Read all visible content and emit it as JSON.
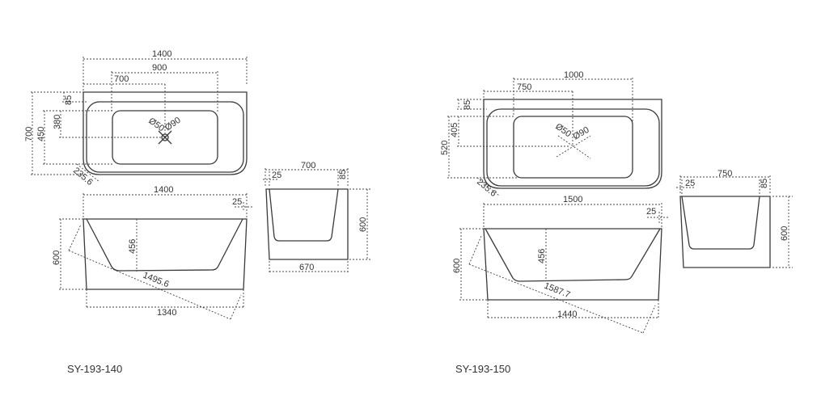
{
  "models": [
    {
      "label": "SY-193-140",
      "top": {
        "length": "1400",
        "basin_length": "900",
        "drain_x": "700",
        "width": "700",
        "inner_width": "450",
        "drain_y": "380",
        "rim": "85",
        "drain_small": "Ø50",
        "drain_large": "Ø90",
        "corner": "235.6"
      },
      "side": {
        "length": "1400",
        "offset": "25",
        "height": "600",
        "depth": "456",
        "diagonal": "1495.6",
        "base": "1340"
      },
      "end": {
        "width": "700",
        "wall_left": "25",
        "wall_right": "85",
        "height": "600",
        "base": "670"
      }
    },
    {
      "label": "SY-193-150",
      "top": {
        "basin_length": "1000",
        "drain_x": "750",
        "width": "520",
        "drain_y": "405",
        "rim": "85",
        "drain_small": "Ø50",
        "drain_large": "Ø90",
        "corner": "235.6"
      },
      "side": {
        "length": "1500",
        "offset": "25",
        "height": "600",
        "depth": "456",
        "diagonal": "1587.7",
        "base": "1440"
      },
      "end": {
        "width": "750",
        "wall_left": "25",
        "wall_right": "85",
        "height": "600"
      }
    }
  ]
}
